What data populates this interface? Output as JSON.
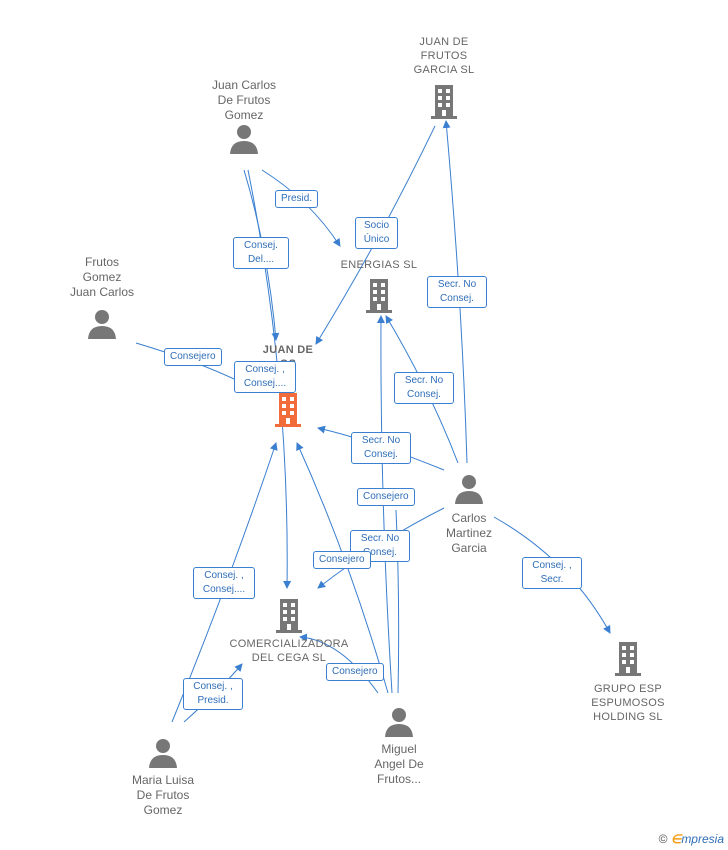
{
  "colors": {
    "edge": "#3a7fd0",
    "node_gray": "#777777",
    "node_focus": "#f26b3a"
  },
  "nodes": {
    "juan_carlos": {
      "label": "Juan Carlos\nDe Frutos\nGomez",
      "type": "person"
    },
    "frutos_gomez": {
      "label": "Frutos\nGomez\nJuan Carlos",
      "type": "person"
    },
    "juan_de_frutos_garcia_sl": {
      "label": "JUAN DE\nFRUTOS\nGARCIA  SL",
      "type": "company"
    },
    "energias": {
      "label": "ENERGIAS  SL",
      "type": "company"
    },
    "focus": {
      "label": "JUAN DE\nOS\nA...",
      "type": "company-focus"
    },
    "carlos_martinez": {
      "label": "Carlos\nMartinez\nGarcia",
      "type": "person"
    },
    "comercializadora": {
      "label": "COMERCIALIZADORA\nDEL CEGA  SL",
      "type": "company"
    },
    "grupo_esp": {
      "label": "GRUPO ESP\nESPUMOSOS\nHOLDING  SL",
      "type": "company"
    },
    "maria_luisa": {
      "label": "Maria Luisa\nDe Frutos\nGomez",
      "type": "person"
    },
    "miguel_angel": {
      "label": "Miguel\nAngel De\nFrutos...",
      "type": "person"
    }
  },
  "edge_labels": {
    "presid": "Presid.",
    "consej_del": "Consej.\nDel....",
    "socio_unico": "Socio\nÚnico",
    "secr_no_consej_top": "Secr.  No\nConsej.",
    "consejero_frutos": "Consejero",
    "consej_consej_focus": "Consej. ,\nConsej....",
    "secr_no_consej_energ": "Secr.  No\nConsej.",
    "secr_no_consej_focus": "Secr.  No\nConsej.",
    "consejero_carlos": "Consejero",
    "secr_no_consej_comerc": "Secr.  No\nConsej.",
    "consejero_comerc": "Consejero",
    "consej_secr": "Consej. ,\nSecr.",
    "consej_consej_maria": "Consej. ,\nConsej....",
    "consej_presid_maria": "Consej. ,\nPresid.",
    "consejero_miguel": "Consejero"
  },
  "footer": {
    "copyright": "©",
    "brand_e": "∈",
    "brand_rest": "mpresia"
  }
}
